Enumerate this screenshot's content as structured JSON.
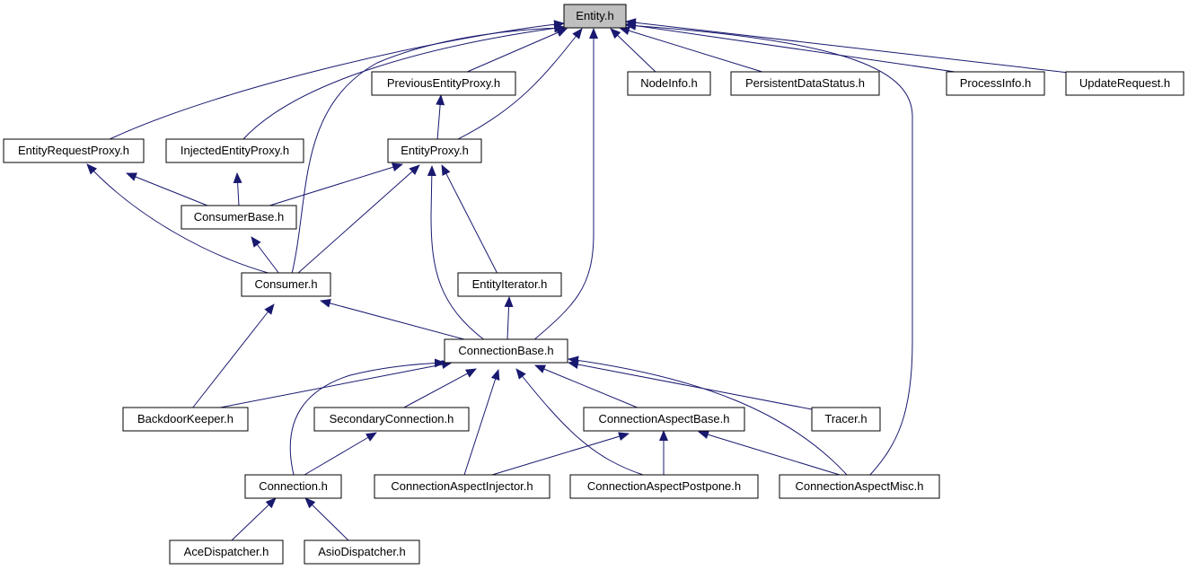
{
  "diagram": {
    "edge_color": "#191970",
    "root_fill": "#bfbfbf",
    "nodes": [
      {
        "id": "entity",
        "label": "Entity.h",
        "root": true
      },
      {
        "id": "prevproxy",
        "label": "PreviousEntityProxy.h"
      },
      {
        "id": "nodeinfo",
        "label": "NodeInfo.h"
      },
      {
        "id": "persist",
        "label": "PersistentDataStatus.h"
      },
      {
        "id": "procinfo",
        "label": "ProcessInfo.h"
      },
      {
        "id": "updreq",
        "label": "UpdateRequest.h"
      },
      {
        "id": "reqproxy",
        "label": "EntityRequestProxy.h"
      },
      {
        "id": "injproxy",
        "label": "InjectedEntityProxy.h"
      },
      {
        "id": "eproxy",
        "label": "EntityProxy.h"
      },
      {
        "id": "consbase",
        "label": "ConsumerBase.h"
      },
      {
        "id": "consumer",
        "label": "Consumer.h"
      },
      {
        "id": "eiter",
        "label": "EntityIterator.h"
      },
      {
        "id": "connbase",
        "label": "ConnectionBase.h"
      },
      {
        "id": "backdoor",
        "label": "BackdoorKeeper.h"
      },
      {
        "id": "secconn",
        "label": "SecondaryConnection.h"
      },
      {
        "id": "aspbase",
        "label": "ConnectionAspectBase.h"
      },
      {
        "id": "tracer",
        "label": "Tracer.h"
      },
      {
        "id": "conn",
        "label": "Connection.h"
      },
      {
        "id": "aspinj",
        "label": "ConnectionAspectInjector.h"
      },
      {
        "id": "asppost",
        "label": "ConnectionAspectPostpone.h"
      },
      {
        "id": "aspmisc",
        "label": "ConnectionAspectMisc.h"
      },
      {
        "id": "acedisp",
        "label": "AceDispatcher.h"
      },
      {
        "id": "asiodisp",
        "label": "AsioDispatcher.h"
      }
    ],
    "edges": [
      {
        "from": "prevproxy",
        "to": "entity"
      },
      {
        "from": "nodeinfo",
        "to": "entity"
      },
      {
        "from": "persist",
        "to": "entity"
      },
      {
        "from": "procinfo",
        "to": "entity"
      },
      {
        "from": "updreq",
        "to": "entity"
      },
      {
        "from": "reqproxy",
        "to": "entity"
      },
      {
        "from": "injproxy",
        "to": "entity"
      },
      {
        "from": "eproxy",
        "to": "entity"
      },
      {
        "from": "consumer",
        "to": "entity"
      },
      {
        "from": "connbase",
        "to": "entity"
      },
      {
        "from": "aspmisc",
        "to": "entity"
      },
      {
        "from": "eproxy",
        "to": "prevproxy"
      },
      {
        "from": "consbase",
        "to": "reqproxy"
      },
      {
        "from": "consumer",
        "to": "reqproxy"
      },
      {
        "from": "consbase",
        "to": "injproxy"
      },
      {
        "from": "consbase",
        "to": "eproxy"
      },
      {
        "from": "consumer",
        "to": "eproxy"
      },
      {
        "from": "eiter",
        "to": "eproxy"
      },
      {
        "from": "connbase",
        "to": "eproxy"
      },
      {
        "from": "consumer",
        "to": "consbase"
      },
      {
        "from": "backdoor",
        "to": "consumer"
      },
      {
        "from": "connbase",
        "to": "consumer"
      },
      {
        "from": "connbase",
        "to": "eiter"
      },
      {
        "from": "backdoor",
        "to": "connbase"
      },
      {
        "from": "conn",
        "to": "connbase"
      },
      {
        "from": "secconn",
        "to": "connbase"
      },
      {
        "from": "aspinj",
        "to": "connbase"
      },
      {
        "from": "asppost",
        "to": "connbase"
      },
      {
        "from": "aspbase",
        "to": "connbase"
      },
      {
        "from": "tracer",
        "to": "connbase"
      },
      {
        "from": "aspmisc",
        "to": "connbase"
      },
      {
        "from": "conn",
        "to": "secconn"
      },
      {
        "from": "aspinj",
        "to": "aspbase"
      },
      {
        "from": "asppost",
        "to": "aspbase"
      },
      {
        "from": "aspmisc",
        "to": "aspbase"
      },
      {
        "from": "acedisp",
        "to": "conn"
      },
      {
        "from": "asiodisp",
        "to": "conn"
      }
    ]
  }
}
